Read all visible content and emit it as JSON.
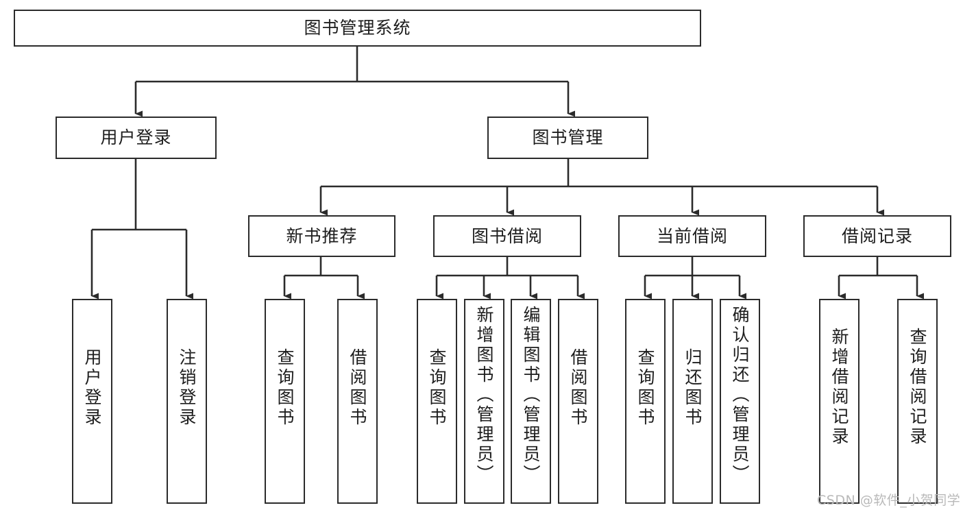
{
  "diagram": {
    "title": "图书管理系统",
    "type": "tree",
    "watermark": "CSDN @软件_小贺同学",
    "colors": {
      "background": "#ffffff",
      "box_border": "#2b2b2b",
      "box_fill": "#ffffff",
      "connector": "#2b2b2b",
      "text": "#1d1d1d",
      "watermark": "#b9b9b9"
    },
    "nodes": {
      "root": {
        "label": "图书管理系统"
      },
      "level2": [
        {
          "label": "用户登录"
        },
        {
          "label": "图书管理"
        }
      ],
      "level3": [
        {
          "label": "新书推荐"
        },
        {
          "label": "图书借阅"
        },
        {
          "label": "当前借阅"
        },
        {
          "label": "借阅记录"
        }
      ],
      "leaves": {
        "user_login": [
          {
            "label": "用户登录"
          },
          {
            "label": "注销登录"
          }
        ],
        "new_book_recommend": [
          {
            "label": "查询图书"
          },
          {
            "label": "借阅图书"
          }
        ],
        "book_borrow": [
          {
            "label": "查询图书"
          },
          {
            "label": "新增图书（管理员）"
          },
          {
            "label": "编辑图书（管理员）"
          },
          {
            "label": "借阅图书"
          }
        ],
        "current_borrow": [
          {
            "label": "查询图书"
          },
          {
            "label": "归还图书"
          },
          {
            "label": "确认归还（管理员）"
          }
        ],
        "borrow_record": [
          {
            "label": "新增借阅记录"
          },
          {
            "label": "查询借阅记录"
          }
        ]
      }
    }
  }
}
